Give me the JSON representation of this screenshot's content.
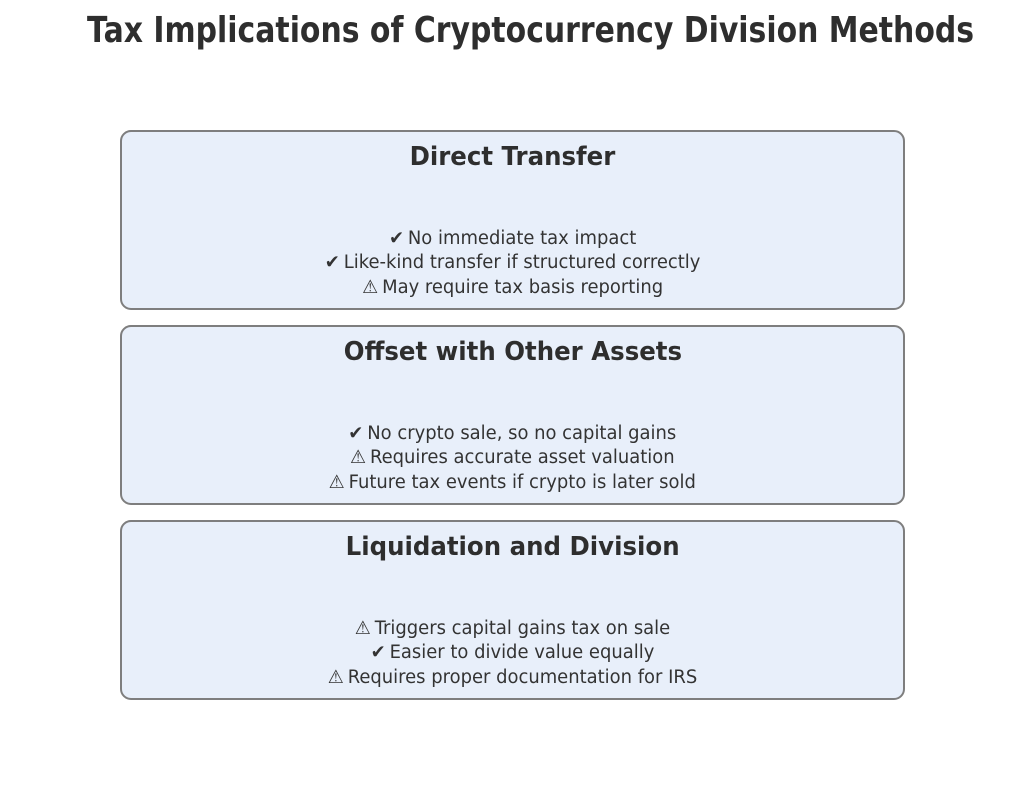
{
  "title": "Tax Implications of Cryptocurrency Division Methods",
  "colors": {
    "box_fill": "#e8effa",
    "box_border": "#7e7e7e",
    "text": "#333333",
    "title": "#2e2e2e"
  },
  "icons": {
    "check": "✔",
    "warning": "⚠"
  },
  "methods": [
    {
      "name": "Direct Transfer",
      "points": [
        {
          "icon": "check-icon",
          "glyph": "✔",
          "text": "No immediate tax impact"
        },
        {
          "icon": "check-icon",
          "glyph": "✔",
          "text": "Like-kind transfer if structured correctly"
        },
        {
          "icon": "warning-icon",
          "glyph": "⚠",
          "text": "May require tax basis reporting"
        }
      ]
    },
    {
      "name": "Offset with Other Assets",
      "points": [
        {
          "icon": "check-icon",
          "glyph": "✔",
          "text": "No crypto sale, so no capital gains"
        },
        {
          "icon": "warning-icon",
          "glyph": "⚠",
          "text": "Requires accurate asset valuation"
        },
        {
          "icon": "warning-icon",
          "glyph": "⚠",
          "text": "Future tax events if crypto is later sold"
        }
      ]
    },
    {
      "name": "Liquidation and Division",
      "points": [
        {
          "icon": "warning-icon",
          "glyph": "⚠",
          "text": "Triggers capital gains tax on sale"
        },
        {
          "icon": "check-icon",
          "glyph": "✔",
          "text": "Easier to divide value equally"
        },
        {
          "icon": "warning-icon",
          "glyph": "⚠",
          "text": "Requires proper documentation for IRS"
        }
      ]
    }
  ]
}
